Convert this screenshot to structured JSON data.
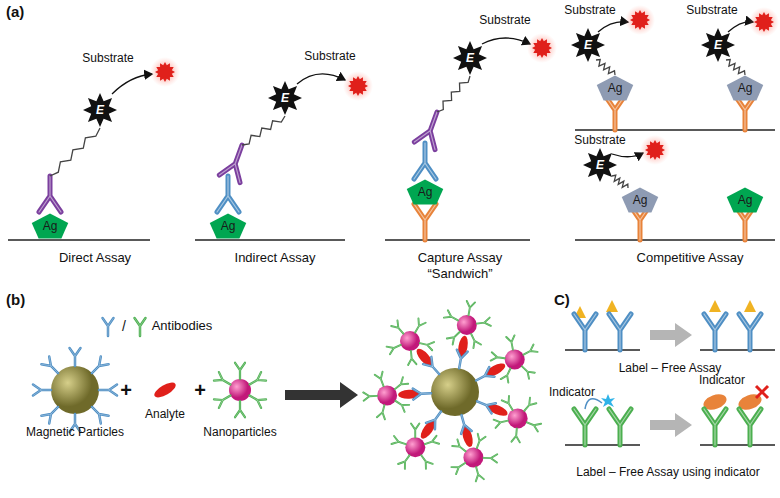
{
  "diagram": {
    "nodes": [
      {
        "text": [
          "E"
        ]
      },
      {
        "text": [
          "Ag"
        ]
      },
      {
        "text": [
          "E"
        ]
      },
      {
        "text": [
          "Ag"
        ]
      },
      {
        "text": [
          "E"
        ]
      },
      {
        "text": [
          "Ag"
        ]
      },
      {
        "text": [
          "E"
        ]
      },
      {
        "text": [
          "Ag"
        ]
      },
      {
        "text": [
          "E"
        ]
      },
      {
        "text": [
          "Ag"
        ]
      },
      {
        "text": [
          "E"
        ]
      },
      {
        "text": [
          "Ag"
        ]
      },
      {
        "text": [
          "Ag"
        ]
      }
    ],
    "labels": [
      "(a)",
      "Substrate",
      "Substrate",
      "Substrate",
      "Substrate",
      "Substrate",
      "Substrate",
      "Direct Assay",
      "Indirect Assay",
      "Capture Assay “Sandwich”",
      "Competitive Assay",
      "(b)",
      "/",
      "Antibodies",
      "+",
      "+",
      "Magnetic Particles",
      "Analyte",
      "Nanoparticles",
      "C)",
      "Label – Free Assay",
      "Indicator",
      "Indicator",
      "Label – Free Assay using indicator"
    ]
  }
}
